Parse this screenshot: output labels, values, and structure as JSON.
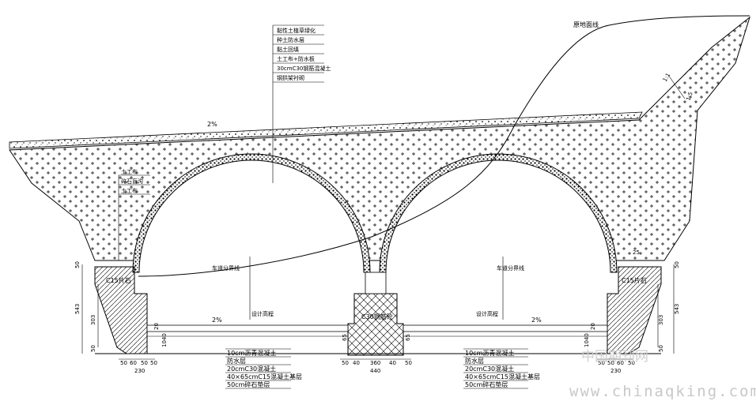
{
  "layers_top": [
    "黏性土植草绿化",
    "种土防水层",
    "黏土回填",
    "土工布+防水板",
    "30cmC30钢筋混凝土",
    "钢拱架衬砌"
  ],
  "ground_line_label": "原地面线",
  "slope_upper": "1:1",
  "slope_lower": "1:5",
  "surface_slope": "2%",
  "left_side_layers": [
    "土工布",
    "碎石盲沟",
    "土工布"
  ],
  "c15_left": "C15片石",
  "c15_right": "C15片石",
  "lane_line_left": "车道分界线",
  "lane_line_right": "车道分界线",
  "design_line_left": "设计高程",
  "design_line_right": "设计高程",
  "road_slope_left": "2%",
  "road_slope_right": "2%",
  "center_wall": "C30钢筋砼",
  "pavement_left": [
    "10cm沥青混凝土",
    "防水层",
    "20cmC30混凝土",
    "40×65cmC15混凝土基层",
    "50cm碎石垫层"
  ],
  "pavement_right": [
    "10cm沥青混凝土",
    "防水层",
    "20cmC30混凝土",
    "40×65cmC15混凝土基层",
    "50cm碎石垫层"
  ],
  "dims": {
    "left_top": "50",
    "left_total": "543",
    "left_mid": "303",
    "left_bottom": "50",
    "right_top": "50",
    "right_total": "543",
    "right_mid": "303",
    "right_bottom": "50",
    "left_base_a": "50",
    "left_base_b": "60",
    "left_base_c": "50",
    "left_base_d": "50",
    "left_base_total": "230",
    "center_a": "40",
    "center_b": "360",
    "center_c": "40",
    "center_total": "440",
    "center_side_l": "50",
    "center_side_r": "50",
    "right_base_a": "50",
    "right_base_b": "50",
    "right_base_c": "60",
    "right_base_d": "50",
    "right_base_total": "230",
    "right_top_small": "25",
    "curb_l_1": "20",
    "curb_l_2": "1040",
    "curb_r_1": "20",
    "curb_r_2": "1040",
    "center_h_l": "65",
    "center_h_r": "65"
  },
  "watermark_cn": "中国期刊网",
  "watermark_url": "www.chinaqking.com"
}
